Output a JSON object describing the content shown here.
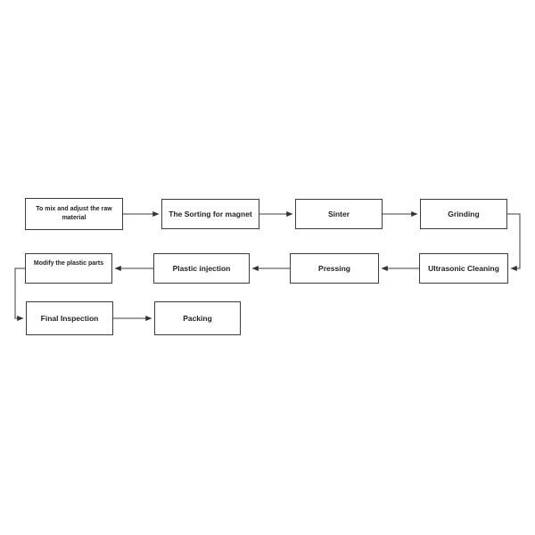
{
  "diagram": {
    "type": "flowchart",
    "background_color": "#ffffff",
    "node_fill_color": "#ffffff",
    "node_border_color": "#3b3b3b",
    "text_color": "#222222",
    "arrow_color": "#333333",
    "nodes": [
      {
        "id": "mix-raw-material",
        "label": "To mix and adjust the raw material"
      },
      {
        "id": "sorting-magnet",
        "label": "The Sorting for magnet"
      },
      {
        "id": "sinter",
        "label": "Sinter"
      },
      {
        "id": "grinding",
        "label": "Grinding"
      },
      {
        "id": "ultrasonic-cleaning",
        "label": "Ultrasonic Cleaning"
      },
      {
        "id": "pressing",
        "label": "Pressing"
      },
      {
        "id": "plastic-injection",
        "label": "Plastic injection"
      },
      {
        "id": "modify-plastic-parts",
        "label": "Modify the plastic parts"
      },
      {
        "id": "final-inspection",
        "label": "Final Inspection"
      },
      {
        "id": "packing",
        "label": "Packing"
      }
    ],
    "edges": [
      {
        "from": "mix-raw-material",
        "to": "sorting-magnet"
      },
      {
        "from": "sorting-magnet",
        "to": "sinter"
      },
      {
        "from": "sinter",
        "to": "grinding"
      },
      {
        "from": "grinding",
        "to": "ultrasonic-cleaning"
      },
      {
        "from": "ultrasonic-cleaning",
        "to": "pressing"
      },
      {
        "from": "pressing",
        "to": "plastic-injection"
      },
      {
        "from": "plastic-injection",
        "to": "modify-plastic-parts"
      },
      {
        "from": "modify-plastic-parts",
        "to": "final-inspection"
      },
      {
        "from": "final-inspection",
        "to": "packing"
      }
    ]
  }
}
